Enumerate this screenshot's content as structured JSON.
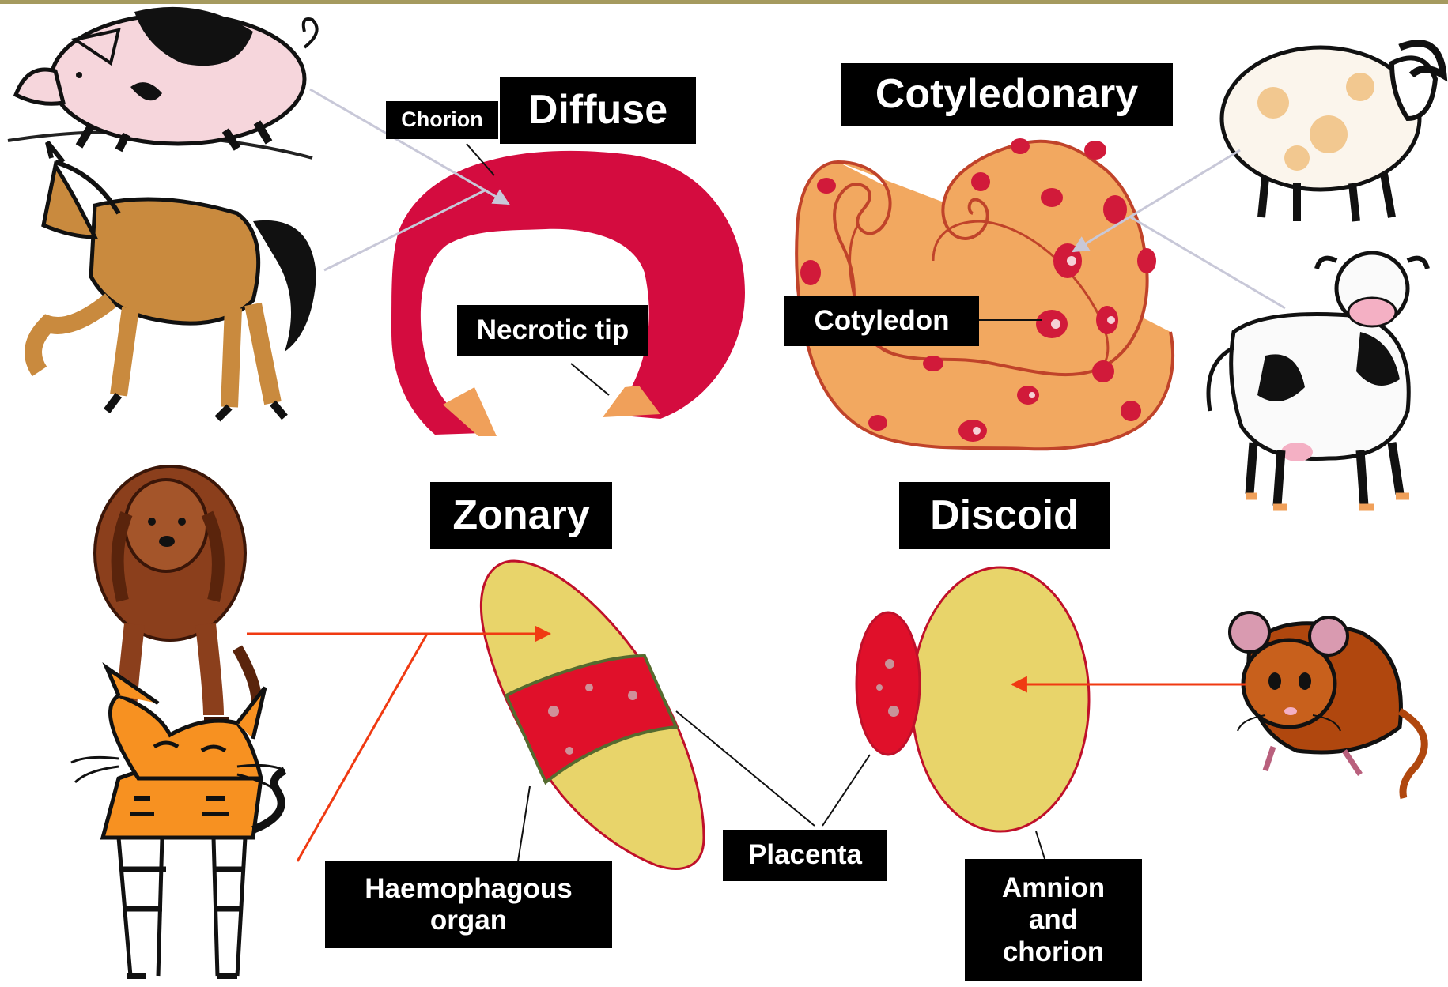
{
  "types": {
    "diffuse": "Diffuse",
    "cotyledonary": "Cotyledonary",
    "zonary": "Zonary",
    "discoid": "Discoid"
  },
  "labels": {
    "chorion": "Chorion",
    "necrotic_tip": "Necrotic tip",
    "cotyledon": "Cotyledon",
    "haemophagous_organ": "Haemophagous\norgan",
    "placenta": "Placenta",
    "amnion_and_chorion": "Amnion\nand\nchorion"
  },
  "colors": {
    "diffuse_red": "#d40c3f",
    "tip_orange": "#f0a05a",
    "cotyledonary_orange": "#f2a860",
    "yellow_sac": "#e8d46a",
    "placenta_red": "#e0102a",
    "pointer_gray": "#c8c8d8",
    "pointer_red": "#f03a12",
    "top_bar": "#a59a5f"
  },
  "icons": [
    "pig-icon",
    "horse-icon",
    "sheep-icon",
    "cow-icon",
    "dog-icon",
    "cat-icon",
    "mouse-icon"
  ]
}
